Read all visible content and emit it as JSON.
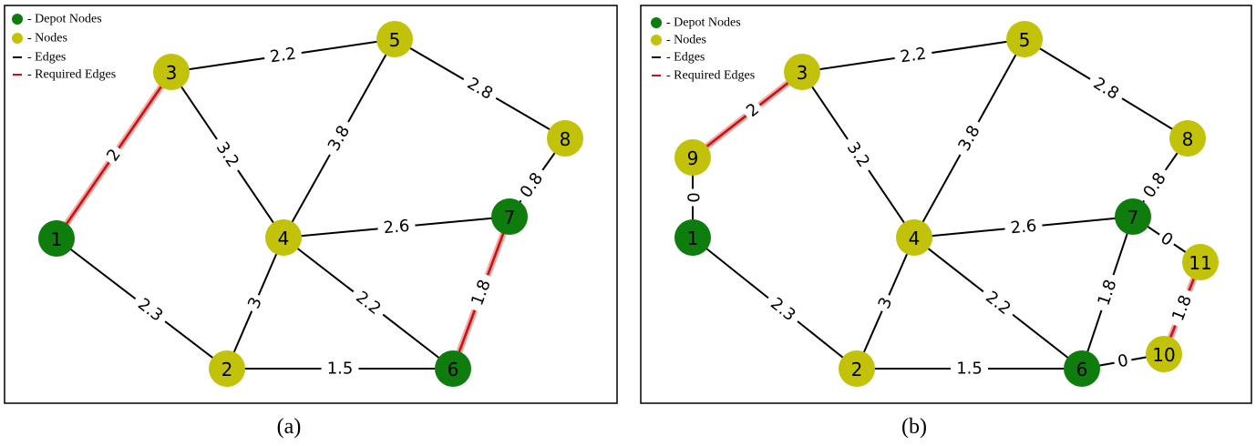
{
  "colors": {
    "depot": "#0e7d0e",
    "node": "#c2c20a",
    "edge": "#000000",
    "required": "#cc1111"
  },
  "legend": {
    "depot_label": "- Depot Nodes",
    "node_label": "- Nodes",
    "edge_label": "- Edges",
    "required_label": "- Required Edges"
  },
  "panels": [
    {
      "caption": "(a)",
      "nodes": [
        {
          "id": "1",
          "kind": "depot"
        },
        {
          "id": "2",
          "kind": "node"
        },
        {
          "id": "3",
          "kind": "node"
        },
        {
          "id": "4",
          "kind": "node"
        },
        {
          "id": "5",
          "kind": "node"
        },
        {
          "id": "6",
          "kind": "depot"
        },
        {
          "id": "7",
          "kind": "depot"
        },
        {
          "id": "8",
          "kind": "node"
        }
      ],
      "edges": [
        {
          "from": "3",
          "to": "5",
          "weight": "2.2",
          "required": false
        },
        {
          "from": "5",
          "to": "8",
          "weight": "2.8",
          "required": false
        },
        {
          "from": "1",
          "to": "3",
          "weight": "2",
          "required": true
        },
        {
          "from": "3",
          "to": "4",
          "weight": "3.2",
          "required": false
        },
        {
          "from": "5",
          "to": "4",
          "weight": "3.8",
          "required": false
        },
        {
          "from": "8",
          "to": "7",
          "weight": "0.8",
          "required": false
        },
        {
          "from": "4",
          "to": "7",
          "weight": "2.6",
          "required": false
        },
        {
          "from": "1",
          "to": "2",
          "weight": "2.3",
          "required": false
        },
        {
          "from": "4",
          "to": "2",
          "weight": "3",
          "required": false
        },
        {
          "from": "4",
          "to": "6",
          "weight": "2.2",
          "required": false
        },
        {
          "from": "7",
          "to": "6",
          "weight": "1.8",
          "required": true
        },
        {
          "from": "2",
          "to": "6",
          "weight": "1.5",
          "required": false
        }
      ]
    },
    {
      "caption": "(b)",
      "nodes": [
        {
          "id": "1",
          "kind": "depot"
        },
        {
          "id": "2",
          "kind": "node"
        },
        {
          "id": "3",
          "kind": "node"
        },
        {
          "id": "4",
          "kind": "node"
        },
        {
          "id": "5",
          "kind": "node"
        },
        {
          "id": "6",
          "kind": "depot"
        },
        {
          "id": "7",
          "kind": "depot"
        },
        {
          "id": "8",
          "kind": "node"
        },
        {
          "id": "9",
          "kind": "node"
        },
        {
          "id": "10",
          "kind": "node"
        },
        {
          "id": "11",
          "kind": "node"
        }
      ],
      "edges": [
        {
          "from": "3",
          "to": "5",
          "weight": "2.2",
          "required": false
        },
        {
          "from": "5",
          "to": "8",
          "weight": "2.8",
          "required": false
        },
        {
          "from": "9",
          "to": "3",
          "weight": "2",
          "required": true
        },
        {
          "from": "9",
          "to": "1",
          "weight": "0",
          "required": false
        },
        {
          "from": "3",
          "to": "4",
          "weight": "3.2",
          "required": false
        },
        {
          "from": "5",
          "to": "4",
          "weight": "3.8",
          "required": false
        },
        {
          "from": "8",
          "to": "7",
          "weight": "0.8",
          "required": false
        },
        {
          "from": "4",
          "to": "7",
          "weight": "2.6",
          "required": false
        },
        {
          "from": "7",
          "to": "11",
          "weight": "0",
          "required": false
        },
        {
          "from": "11",
          "to": "10",
          "weight": "1.8",
          "required": true
        },
        {
          "from": "1",
          "to": "2",
          "weight": "2.3",
          "required": false
        },
        {
          "from": "4",
          "to": "2",
          "weight": "3",
          "required": false
        },
        {
          "from": "4",
          "to": "6",
          "weight": "2.2",
          "required": false
        },
        {
          "from": "7",
          "to": "6",
          "weight": "1.8",
          "required": false
        },
        {
          "from": "2",
          "to": "6",
          "weight": "1.5",
          "required": false
        },
        {
          "from": "6",
          "to": "10",
          "weight": "0",
          "required": false
        }
      ]
    }
  ]
}
